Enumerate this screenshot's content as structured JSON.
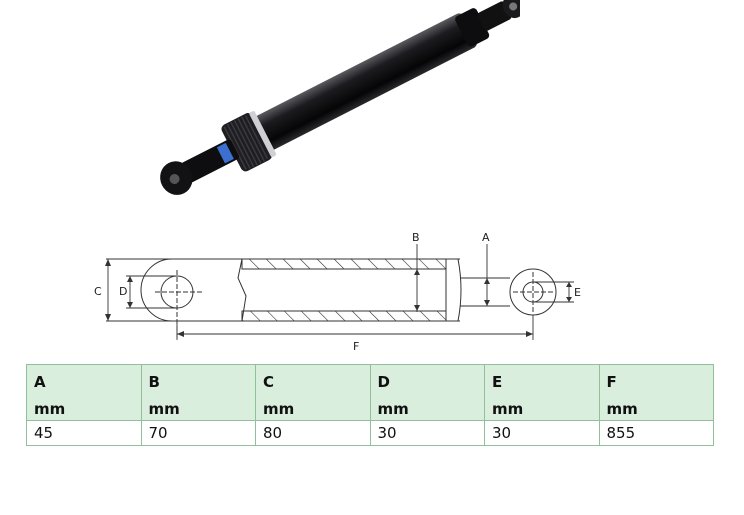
{
  "drawing": {
    "labels": {
      "a": "A",
      "b": "B",
      "c": "C",
      "d": "D",
      "e": "E",
      "f": "F"
    }
  },
  "table": {
    "headers": [
      {
        "letter": "A",
        "unit": "mm"
      },
      {
        "letter": "B",
        "unit": "mm"
      },
      {
        "letter": "C",
        "unit": "mm"
      },
      {
        "letter": "D",
        "unit": "mm"
      },
      {
        "letter": "E",
        "unit": "mm"
      },
      {
        "letter": "F",
        "unit": "mm"
      }
    ],
    "values": [
      "45",
      "70",
      "80",
      "30",
      "30",
      "855"
    ]
  },
  "colors": {
    "header_bg": "#d9eedd",
    "table_border": "#8fc09a",
    "cylinder_body": "#141416",
    "seal_accent": "#3b6fd0"
  }
}
